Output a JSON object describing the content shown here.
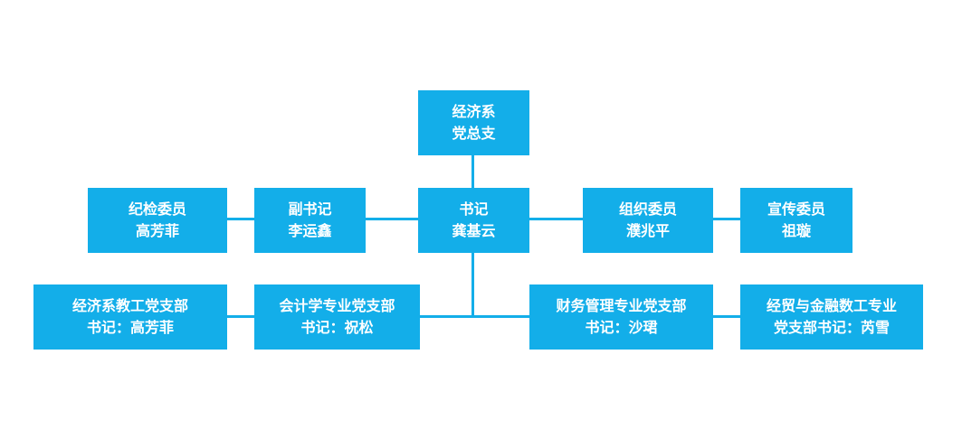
{
  "colors": {
    "node_fill": "#13aee9",
    "node_text": "#ffffff",
    "connector": "#13aee9",
    "background": "#ffffff"
  },
  "org_chart": {
    "root": {
      "line1": "经济系",
      "line2": "党总支"
    },
    "secretary": {
      "line1": "书记",
      "line2": "龚基云"
    },
    "deputy_secretary": {
      "line1": "副书记",
      "line2": "李运鑫"
    },
    "discipline_member": {
      "line1": "纪检委员",
      "line2": "高芳菲"
    },
    "organization_member": {
      "line1": "组织委员",
      "line2": "濮兆平"
    },
    "publicity_member": {
      "line1": "宣传委员",
      "line2": "祖璇"
    },
    "branches": [
      {
        "line1": "经济系教工党支部",
        "line2": "书记：高芳菲"
      },
      {
        "line1": "会计学专业党支部",
        "line2": "书记：祝松"
      },
      {
        "line1": "财务管理专业党支部",
        "line2": "书记：沙珺"
      },
      {
        "line1": "经贸与金融数工专业",
        "line2": "党支部书记：芮雪"
      }
    ]
  }
}
